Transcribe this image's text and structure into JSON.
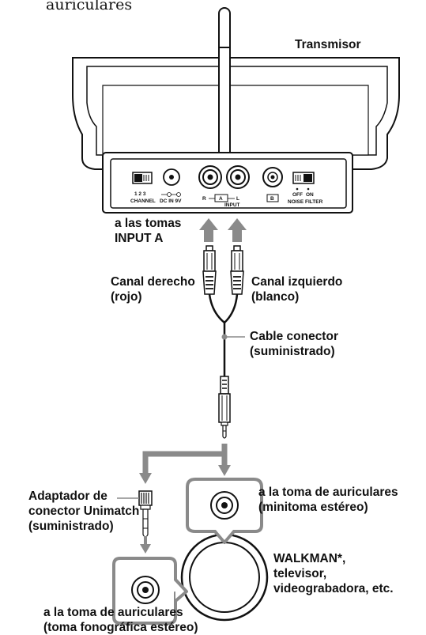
{
  "heading_fragment": "auriculares",
  "labels": {
    "transmitter": "Transmisor",
    "input_a_line1": "a las tomas",
    "input_a_line2": "INPUT A",
    "right_channel_line1": "Canal derecho",
    "right_channel_line2": "(rojo)",
    "left_channel_line1": "Canal izquierdo",
    "left_channel_line2": "(blanco)",
    "cable_line1": "Cable conector",
    "cable_line2": "(suministrado)",
    "adapter_line1": "Adaptador de",
    "adapter_line2": "conector Unimatch",
    "adapter_line3": "(suministrado)",
    "mini_jack_line1": "a la toma de auriculares",
    "mini_jack_line2": "(minitoma estéreo)",
    "device_line1": "WALKMAN*,",
    "device_line2": "televisor,",
    "device_line3": "videograbadora, etc.",
    "phone_jack_line1": "a la toma de auriculares",
    "phone_jack_line2": "(toma fonográfica estéreo)"
  },
  "panel": {
    "channel_digits": "1 2 3",
    "channel": "CHANNEL",
    "dc_in": "DC IN  9V",
    "input_r": "R",
    "input_a": "A",
    "input_l": "L",
    "input": "INPUT",
    "input_b": "B",
    "off": "OFF",
    "on": "ON",
    "noise_filter": "NOISE FILTER"
  }
}
